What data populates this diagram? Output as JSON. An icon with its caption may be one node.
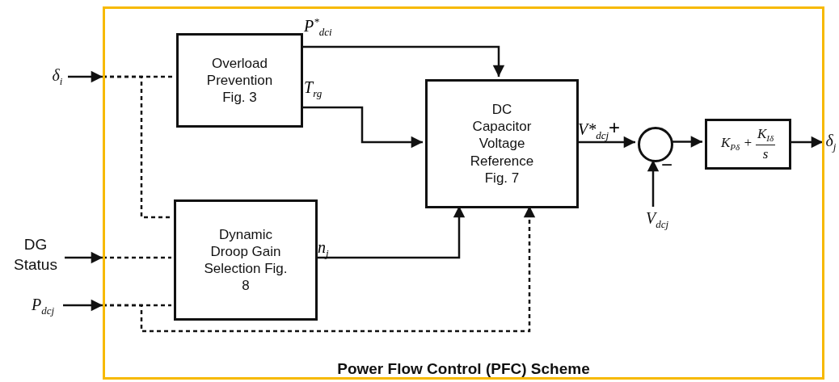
{
  "diagram": {
    "nodes": [
      {
        "text": [
          "Power Flow Control (PFC) Scheme"
        ]
      },
      {
        "text": [
          "δ$_{i}$"
        ]
      },
      {
        "text": [
          "DG Status"
        ]
      },
      {
        "text": [
          "P$_{dcj}$"
        ]
      },
      {
        "text": [
          "Overload Prevention Fig. 3"
        ],
        "in": 0
      },
      {
        "text": [
          "Dynamic Droop Gain Selection Fig. 8"
        ],
        "in": 0
      },
      {
        "text": [
          "DC Capacitor Voltage Reference Fig. 7"
        ],
        "in": 0
      },
      {
        "text": [],
        "shape": "circle",
        "in": 0
      },
      {
        "text": [
          "K$_{Pδ}$ +",
          "K$_{Iδ}$",
          "s"
        ],
        "in": 0
      },
      {
        "text": [
          "δ$_{j}$"
        ]
      },
      {
        "text": [
          "V$_{dcj}$"
        ],
        "in": 0
      }
    ],
    "edges": [
      {
        "from": 1,
        "to": 0,
        "arrow": "to"
      },
      {
        "from": 2,
        "to": 0,
        "arrow": "to"
      },
      {
        "from": 3,
        "to": 0,
        "arrow": "to"
      },
      {
        "from": 0,
        "to": 4,
        "arrow": "none",
        "style": "dashed"
      },
      {
        "from": 0,
        "to": 5,
        "arrow": "none",
        "style": "dashed"
      },
      {
        "from": 0,
        "to": 5,
        "arrow": "none",
        "style": "dashed"
      },
      {
        "from": 0,
        "to": 5,
        "arrow": "none",
        "style": "dashed"
      },
      {
        "from": 0,
        "to": 6,
        "arrow": "to",
        "style": "dashed"
      },
      {
        "from": 4,
        "to": 6,
        "arrow": "to",
        "label": "P$^{*}$$_{dci}$"
      },
      {
        "from": 4,
        "to": 6,
        "arrow": "to",
        "label": "T$_{rg}$"
      },
      {
        "from": 5,
        "to": 6,
        "arrow": "to",
        "label": "n$_{j}$"
      },
      {
        "from": 6,
        "to": 7,
        "arrow": "to",
        "label": "V*$_{dcj}$"
      },
      {
        "from": 10,
        "to": 7,
        "arrow": "to"
      },
      {
        "from": 7,
        "to": 8,
        "arrow": "to"
      },
      {
        "from": 8,
        "to": 9,
        "arrow": "to"
      }
    ],
    "labels": [
      "+",
      "−"
    ]
  }
}
